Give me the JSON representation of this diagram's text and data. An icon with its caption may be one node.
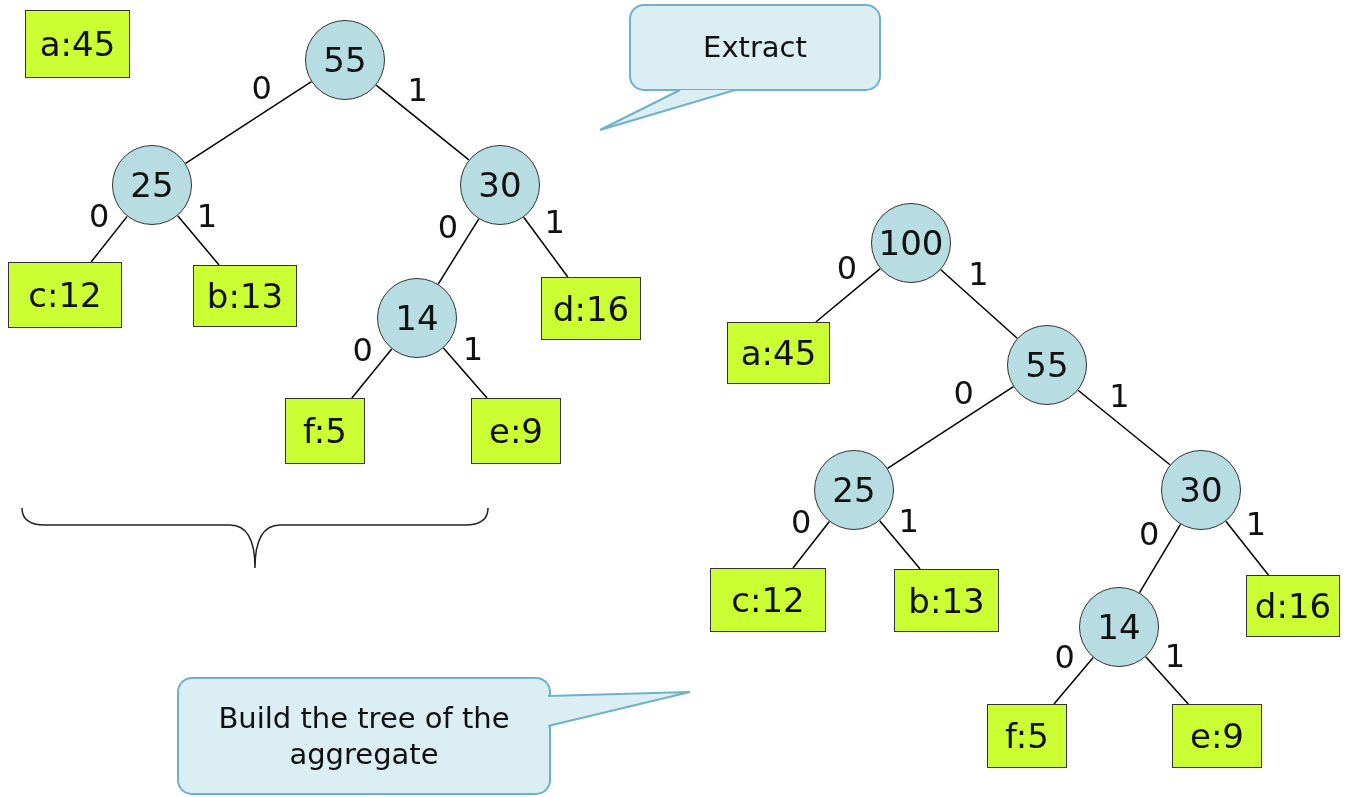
{
  "diagram": {
    "nodes": [
      {
        "text": [
          "a:45"
        ]
      },
      {
        "text": [
          "55"
        ]
      },
      {
        "text": [
          "25"
        ]
      },
      {
        "text": [
          "30"
        ]
      },
      {
        "text": [
          "c:12"
        ]
      },
      {
        "text": [
          "b:13"
        ]
      },
      {
        "text": [
          "14"
        ]
      },
      {
        "text": [
          "d:16"
        ]
      },
      {
        "text": [
          "f:5"
        ]
      },
      {
        "text": [
          "e:9"
        ]
      },
      {
        "text": [
          "Extract"
        ]
      },
      {
        "text": [
          "100"
        ]
      },
      {
        "text": [
          "a:45"
        ]
      },
      {
        "text": [
          "55"
        ]
      },
      {
        "text": [
          "25"
        ]
      },
      {
        "text": [
          "30"
        ]
      },
      {
        "text": [
          "c:12"
        ]
      },
      {
        "text": [
          "b:13"
        ]
      },
      {
        "text": [
          "14"
        ]
      },
      {
        "text": [
          "d:16"
        ]
      },
      {
        "text": [
          "f:5"
        ]
      },
      {
        "text": [
          "e:9"
        ]
      },
      {
        "text": [
          "Build the tree of the aggregate"
        ]
      }
    ],
    "edges": [
      {
        "from": 1,
        "to": 2,
        "arrow": "none",
        "label": "0"
      },
      {
        "from": 1,
        "to": 3,
        "arrow": "none",
        "label": "1"
      },
      {
        "from": 2,
        "to": 4,
        "arrow": "none",
        "label": "0"
      },
      {
        "from": 2,
        "to": 5,
        "arrow": "none",
        "label": "1"
      },
      {
        "from": 3,
        "to": 6,
        "arrow": "none",
        "label": "0"
      },
      {
        "from": 3,
        "to": 7,
        "arrow": "none",
        "label": "1"
      },
      {
        "from": 6,
        "to": 8,
        "arrow": "none",
        "label": "0"
      },
      {
        "from": 6,
        "to": 9,
        "arrow": "none",
        "label": "1"
      },
      {
        "from": 11,
        "to": 12,
        "arrow": "none",
        "label": "0"
      },
      {
        "from": 11,
        "to": 13,
        "arrow": "none",
        "label": "1"
      },
      {
        "from": 13,
        "to": 14,
        "arrow": "none",
        "label": "0"
      },
      {
        "from": 13,
        "to": 15,
        "arrow": "none",
        "label": "1"
      },
      {
        "from": 14,
        "to": 16,
        "arrow": "none",
        "label": "0"
      },
      {
        "from": 14,
        "to": 17,
        "arrow": "none",
        "label": "1"
      },
      {
        "from": 15,
        "to": 18,
        "arrow": "none",
        "label": "0"
      },
      {
        "from": 15,
        "to": 19,
        "arrow": "none",
        "label": "1"
      },
      {
        "from": 18,
        "to": 20,
        "arrow": "none",
        "label": "0"
      },
      {
        "from": 18,
        "to": 21,
        "arrow": "none",
        "label": "1"
      }
    ]
  }
}
